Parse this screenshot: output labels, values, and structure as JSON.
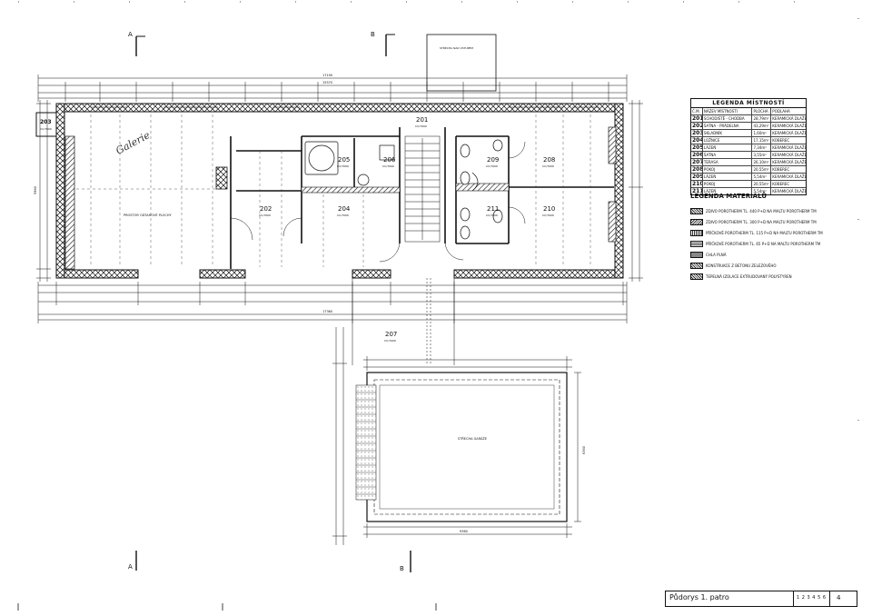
{
  "drawing": {
    "section_markers": {
      "a": "A",
      "b": "B"
    },
    "roof_over_stair": "STŘECHA NAD VSTUPEM",
    "roof_garage": "STŘECHA GARÁŽE",
    "main_room_label": "PROSTOR ODTAHOVÉ PLOCHY",
    "handwritten_note": "Galerie",
    "rooms": [
      {
        "no": "201",
        "code": "CC/7000"
      },
      {
        "no": "202",
        "code": "CC/7000"
      },
      {
        "no": "203",
        "code": "CC/7000"
      },
      {
        "no": "204",
        "code": "CC/7000"
      },
      {
        "no": "205",
        "code": "CC/7000"
      },
      {
        "no": "206",
        "code": "CC/7000"
      },
      {
        "no": "207",
        "code": "CC/7000"
      },
      {
        "no": "208",
        "code": "CC/7000"
      },
      {
        "no": "209",
        "code": "CC/7000"
      },
      {
        "no": "210",
        "code": "CC/7000"
      },
      {
        "no": "211",
        "code": "CC/7000"
      }
    ],
    "dimensions": {
      "overall": "15570",
      "top_chain": "17190",
      "left_height": "5960",
      "bottom_chain": "17360",
      "garage_width": "9360",
      "garage_depth": "6360"
    }
  },
  "room_legend": {
    "title": "LEGENDA MÍSTNOSTÍ",
    "headers": [
      "Č.M.",
      "NÁZEV MÍSTNOSTI",
      "PLOCHA",
      "PODLAHA"
    ],
    "rows": [
      {
        "no": "201",
        "name": "SCHODIŠTĚ - CHODBA",
        "area": "28,79m²",
        "floor": "KERAMICKÁ DLAŽBA"
      },
      {
        "no": "202",
        "name": "ŠATNA - PRÁDELNA",
        "area": "43,29m²",
        "floor": "KERAMICKÁ DLAŽBA"
      },
      {
        "no": "203",
        "name": "SKLADNÍK",
        "area": "1,60m²",
        "floor": "KERAMICKÁ DLAŽBA"
      },
      {
        "no": "204",
        "name": "LOŽNICE",
        "area": "17,15m²",
        "floor": "KOBEREC"
      },
      {
        "no": "205",
        "name": "LÁZEŇ",
        "area": "7,34m²",
        "floor": "KERAMICKÁ DLAŽBA"
      },
      {
        "no": "206",
        "name": "ŠATNA",
        "area": "3,55m²",
        "floor": "KERAMICKÁ DLAŽBA"
      },
      {
        "no": "207",
        "name": "TERASA",
        "area": "26,10m²",
        "floor": "KERAMICKÁ DLAŽBA"
      },
      {
        "no": "208",
        "name": "POKOJ",
        "area": "20,55m²",
        "floor": "KOBEREC"
      },
      {
        "no": "209",
        "name": "LÁZEŇ",
        "area": "5,54m²",
        "floor": "KERAMICKÁ DLAŽBA"
      },
      {
        "no": "210",
        "name": "POKOJ",
        "area": "20,55m²",
        "floor": "KOBEREC"
      },
      {
        "no": "211",
        "name": "LÁZEŇ",
        "area": "5,54m²",
        "floor": "KERAMICKÁ DLAŽBA"
      }
    ]
  },
  "material_legend": {
    "title": "LEGENDA MATERIÁLŮ",
    "items": [
      "ZDIVO POROTHERM TL. 440 P+D NA MALTU POROTHERM TM",
      "ZDIVO POROTHERM TL. 300 P+D NA MALTU POROTHERM TM",
      "PŘÍČKOVÉ POROTHERM TL. 115 P+D NA MALTU POROTHERM TM",
      "PŘÍČKOVÉ POROTHERM TL. 65 P+D NA MALTU POROTHERM TM",
      "CHLA PLNÁ",
      "KONSTRUKCE Z BETONU ZELEZOVÉHO",
      "TEPELNÁ IZOLACE EXTRUDOVANÝ POLYSTYREN"
    ]
  },
  "title_block": {
    "title": "Půdorys 1. patro",
    "scale": "1 2 3 4 5 6",
    "sheet": "4"
  }
}
